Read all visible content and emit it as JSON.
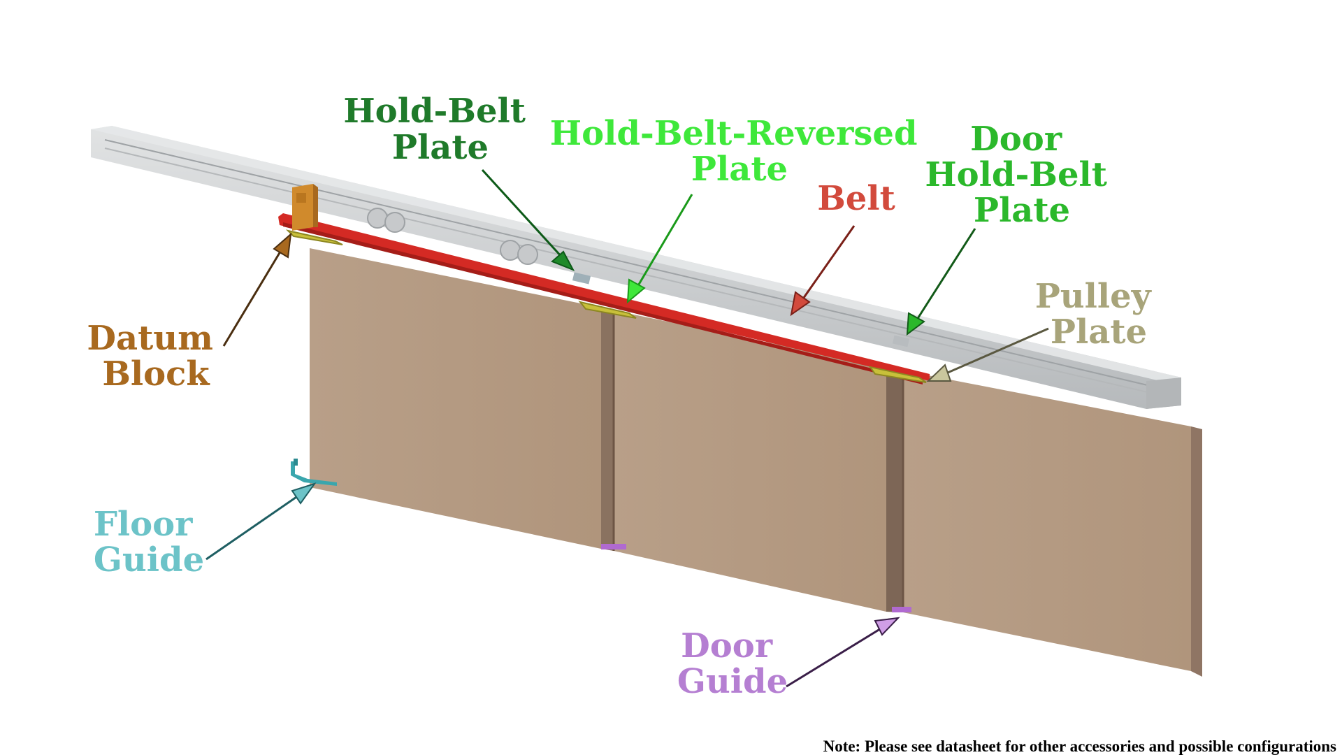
{
  "labels": {
    "hold_belt_plate": {
      "line1": "Hold-Belt",
      "line2": "Plate",
      "color": "#1f7a2a"
    },
    "hold_belt_reversed_plate": {
      "line1": "Hold-Belt-Reversed",
      "line2": "Plate",
      "color": "#3ee83a"
    },
    "belt": {
      "text": "Belt",
      "color": "#d24a3c"
    },
    "door_hold_belt_plate": {
      "line1": "Door",
      "line2": "Hold-Belt",
      "line3": "Plate",
      "color": "#2bb82b"
    },
    "pulley_plate": {
      "line1": "Pulley",
      "line2": "Plate",
      "color": "#a8a47a"
    },
    "datum_block": {
      "line1": "Datum",
      "line2": "Block",
      "color": "#a8691f"
    },
    "floor_guide": {
      "line1": "Floor",
      "line2": "Guide",
      "color": "#6cc3c8"
    },
    "door_guide": {
      "line1": "Door",
      "line2": "Guide",
      "color": "#b57fd2"
    }
  },
  "note": "Note: Please see datasheet for other accessories and possible configurations",
  "colors": {
    "door": "#b49a82",
    "door_side": "#8a7260",
    "rail": "#c9cbcd",
    "belt": "#d42a24",
    "plate": "#c8c03a",
    "datum_block": "#d08a2c",
    "floor_guide": "#3aa6ad",
    "door_guide": "#b06ad0"
  }
}
